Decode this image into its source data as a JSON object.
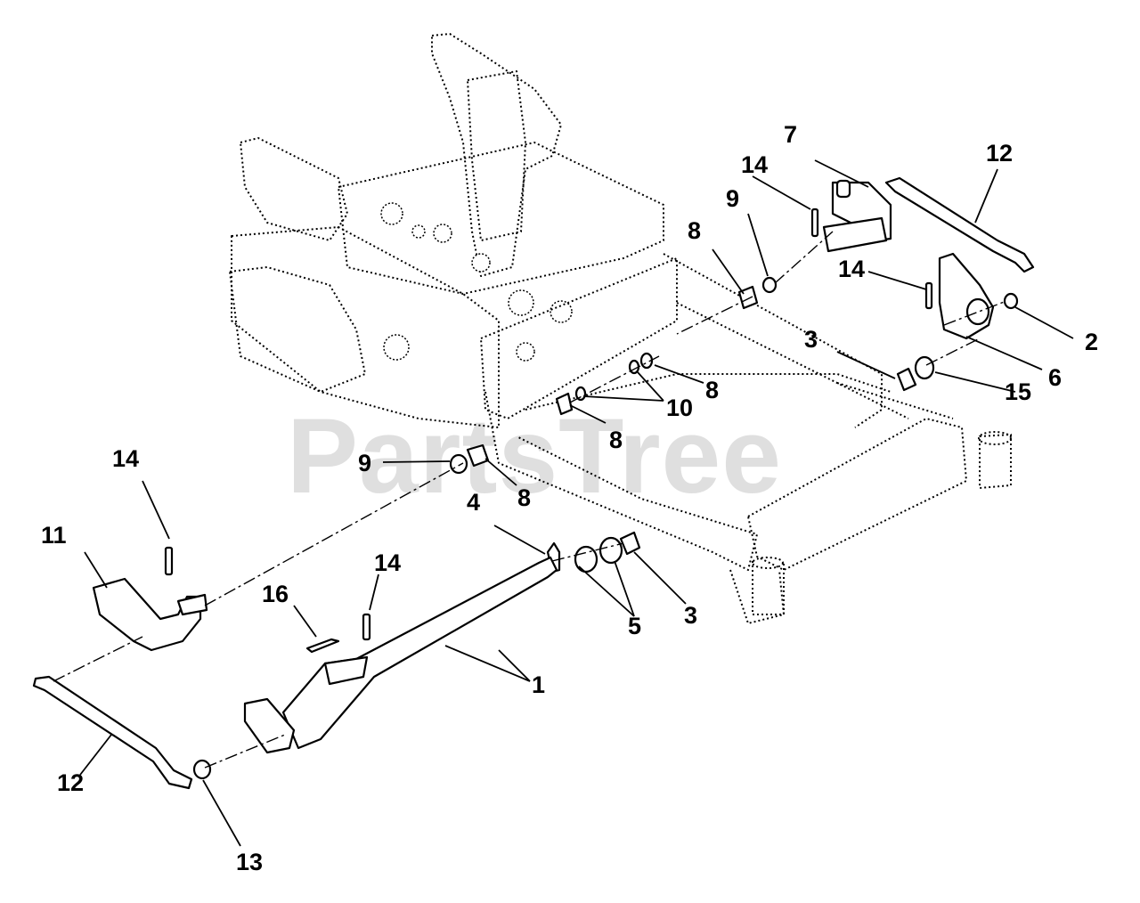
{
  "watermark": "PartsTree",
  "callouts": {
    "c1": "1",
    "c2": "2",
    "c3a": "3",
    "c3b": "3",
    "c4": "4",
    "c5": "5",
    "c6": "6",
    "c7": "7",
    "c8a": "8",
    "c8b": "8",
    "c8c": "8",
    "c8d": "8",
    "c9a": "9",
    "c9b": "9",
    "c10": "10",
    "c11": "11",
    "c12a": "12",
    "c12b": "12",
    "c13": "13",
    "c14a": "14",
    "c14b": "14",
    "c14c": "14",
    "c14d": "14",
    "c15": "15",
    "c16": "16"
  }
}
